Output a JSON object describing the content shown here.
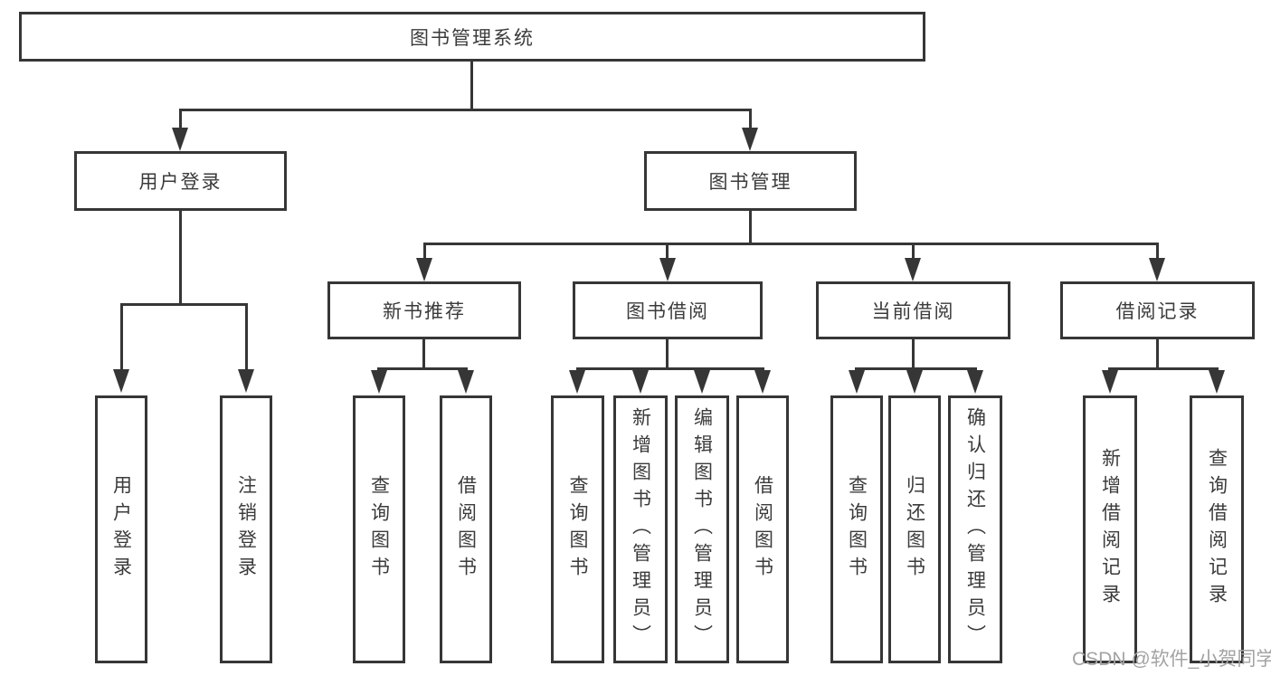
{
  "diagram": {
    "title": "图书管理系统",
    "branches": [
      {
        "label": "用户登录",
        "children": [
          "用户登录",
          "注销登录"
        ]
      },
      {
        "label": "图书管理",
        "children": [
          {
            "label": "新书推荐",
            "children": [
              "查询图书",
              "借阅图书"
            ]
          },
          {
            "label": "图书借阅",
            "children": [
              "查询图书",
              "新增图书（管理员）",
              "编辑图书（管理员）",
              "借阅图书"
            ]
          },
          {
            "label": "当前借阅",
            "children": [
              "查询图书",
              "归还图书",
              "确认归还（管理员）"
            ]
          },
          {
            "label": "借阅记录",
            "children": [
              "新增借阅记录",
              "查询借阅记录"
            ]
          }
        ]
      }
    ]
  },
  "watermark": "CSDN @软件_小贺同学",
  "colors": {
    "line": "#363636",
    "text": "#3b3b3b",
    "box_background": "#ffffff",
    "watermark": "#a3a3a3",
    "page_background": "#ffffff"
  }
}
